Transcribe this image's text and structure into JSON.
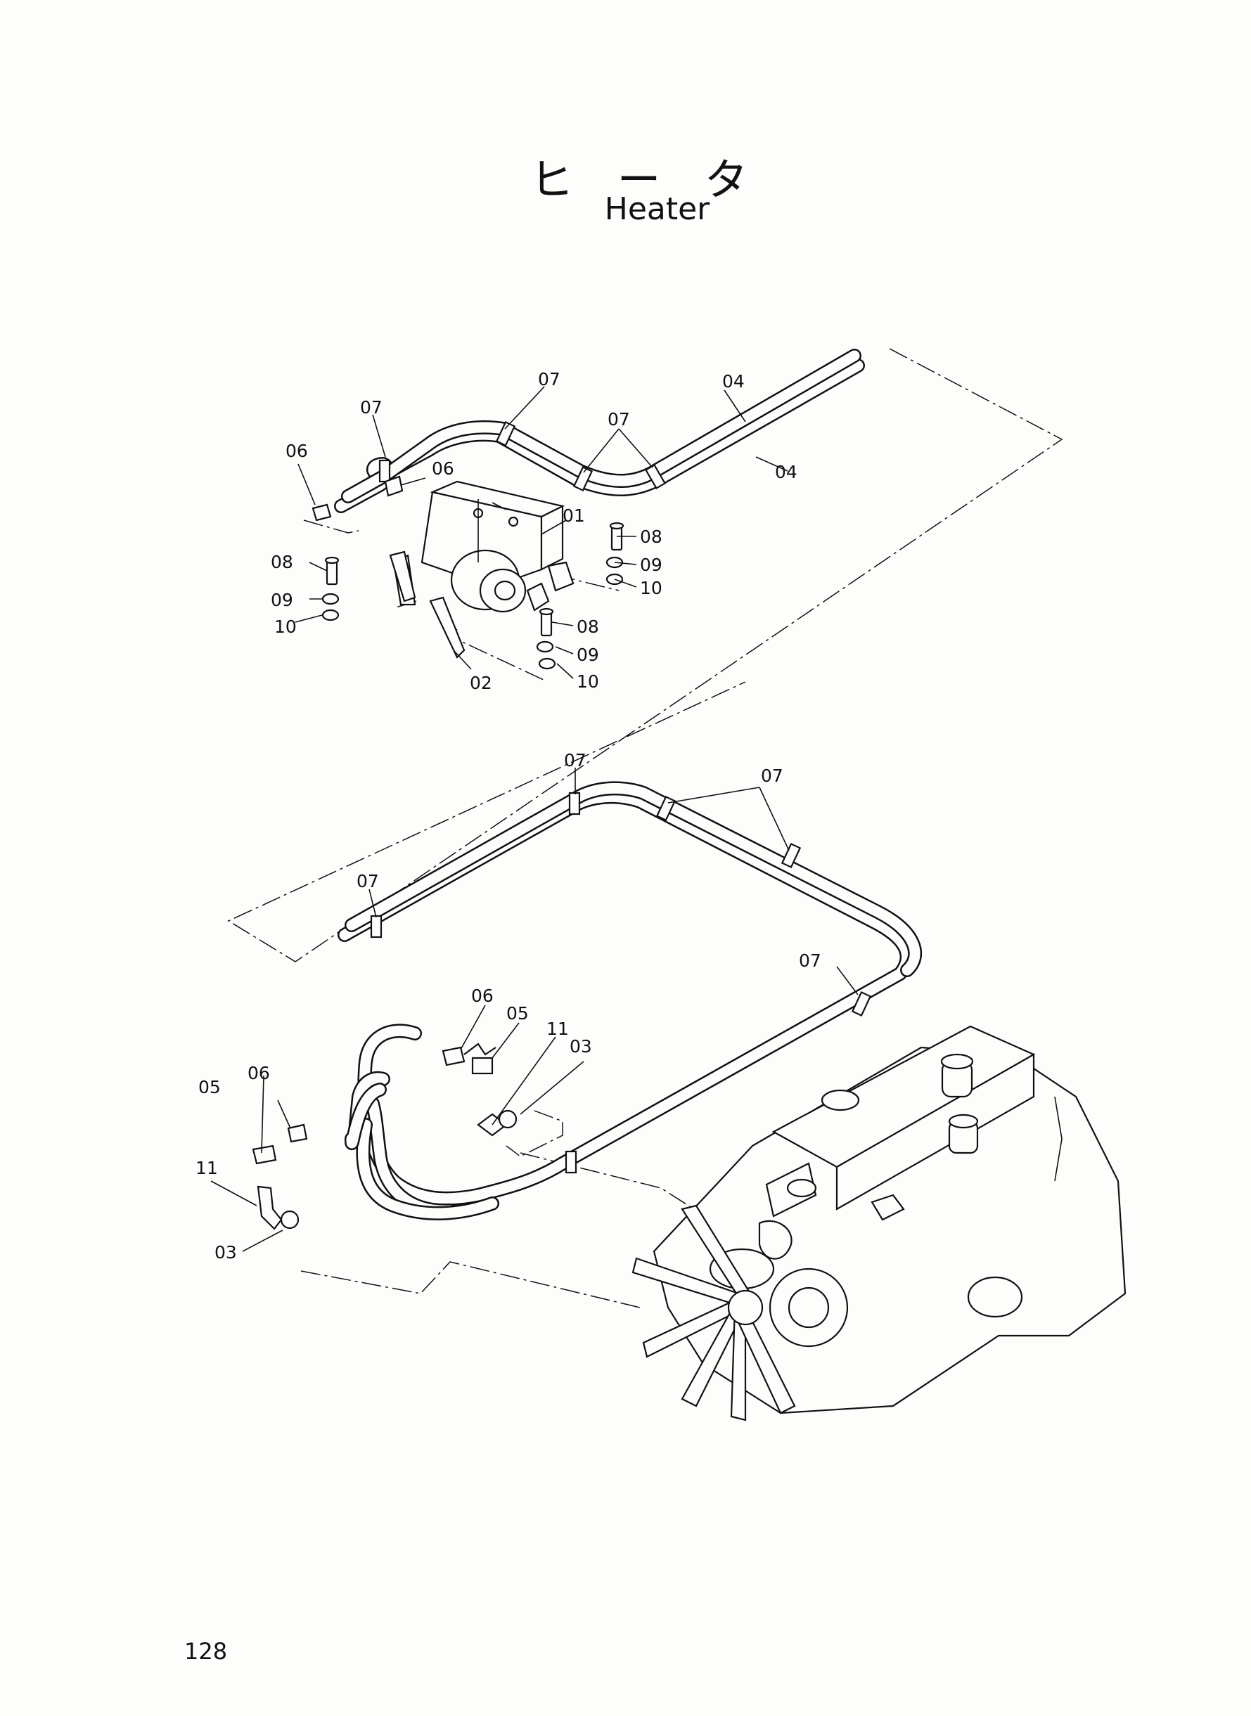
{
  "title": {
    "japanese": "ヒータ",
    "english": "Heater"
  },
  "page_number": "128",
  "callouts": [
    "01",
    "02",
    "03",
    "04",
    "05",
    "06",
    "07",
    "08",
    "09",
    "10",
    "11"
  ]
}
